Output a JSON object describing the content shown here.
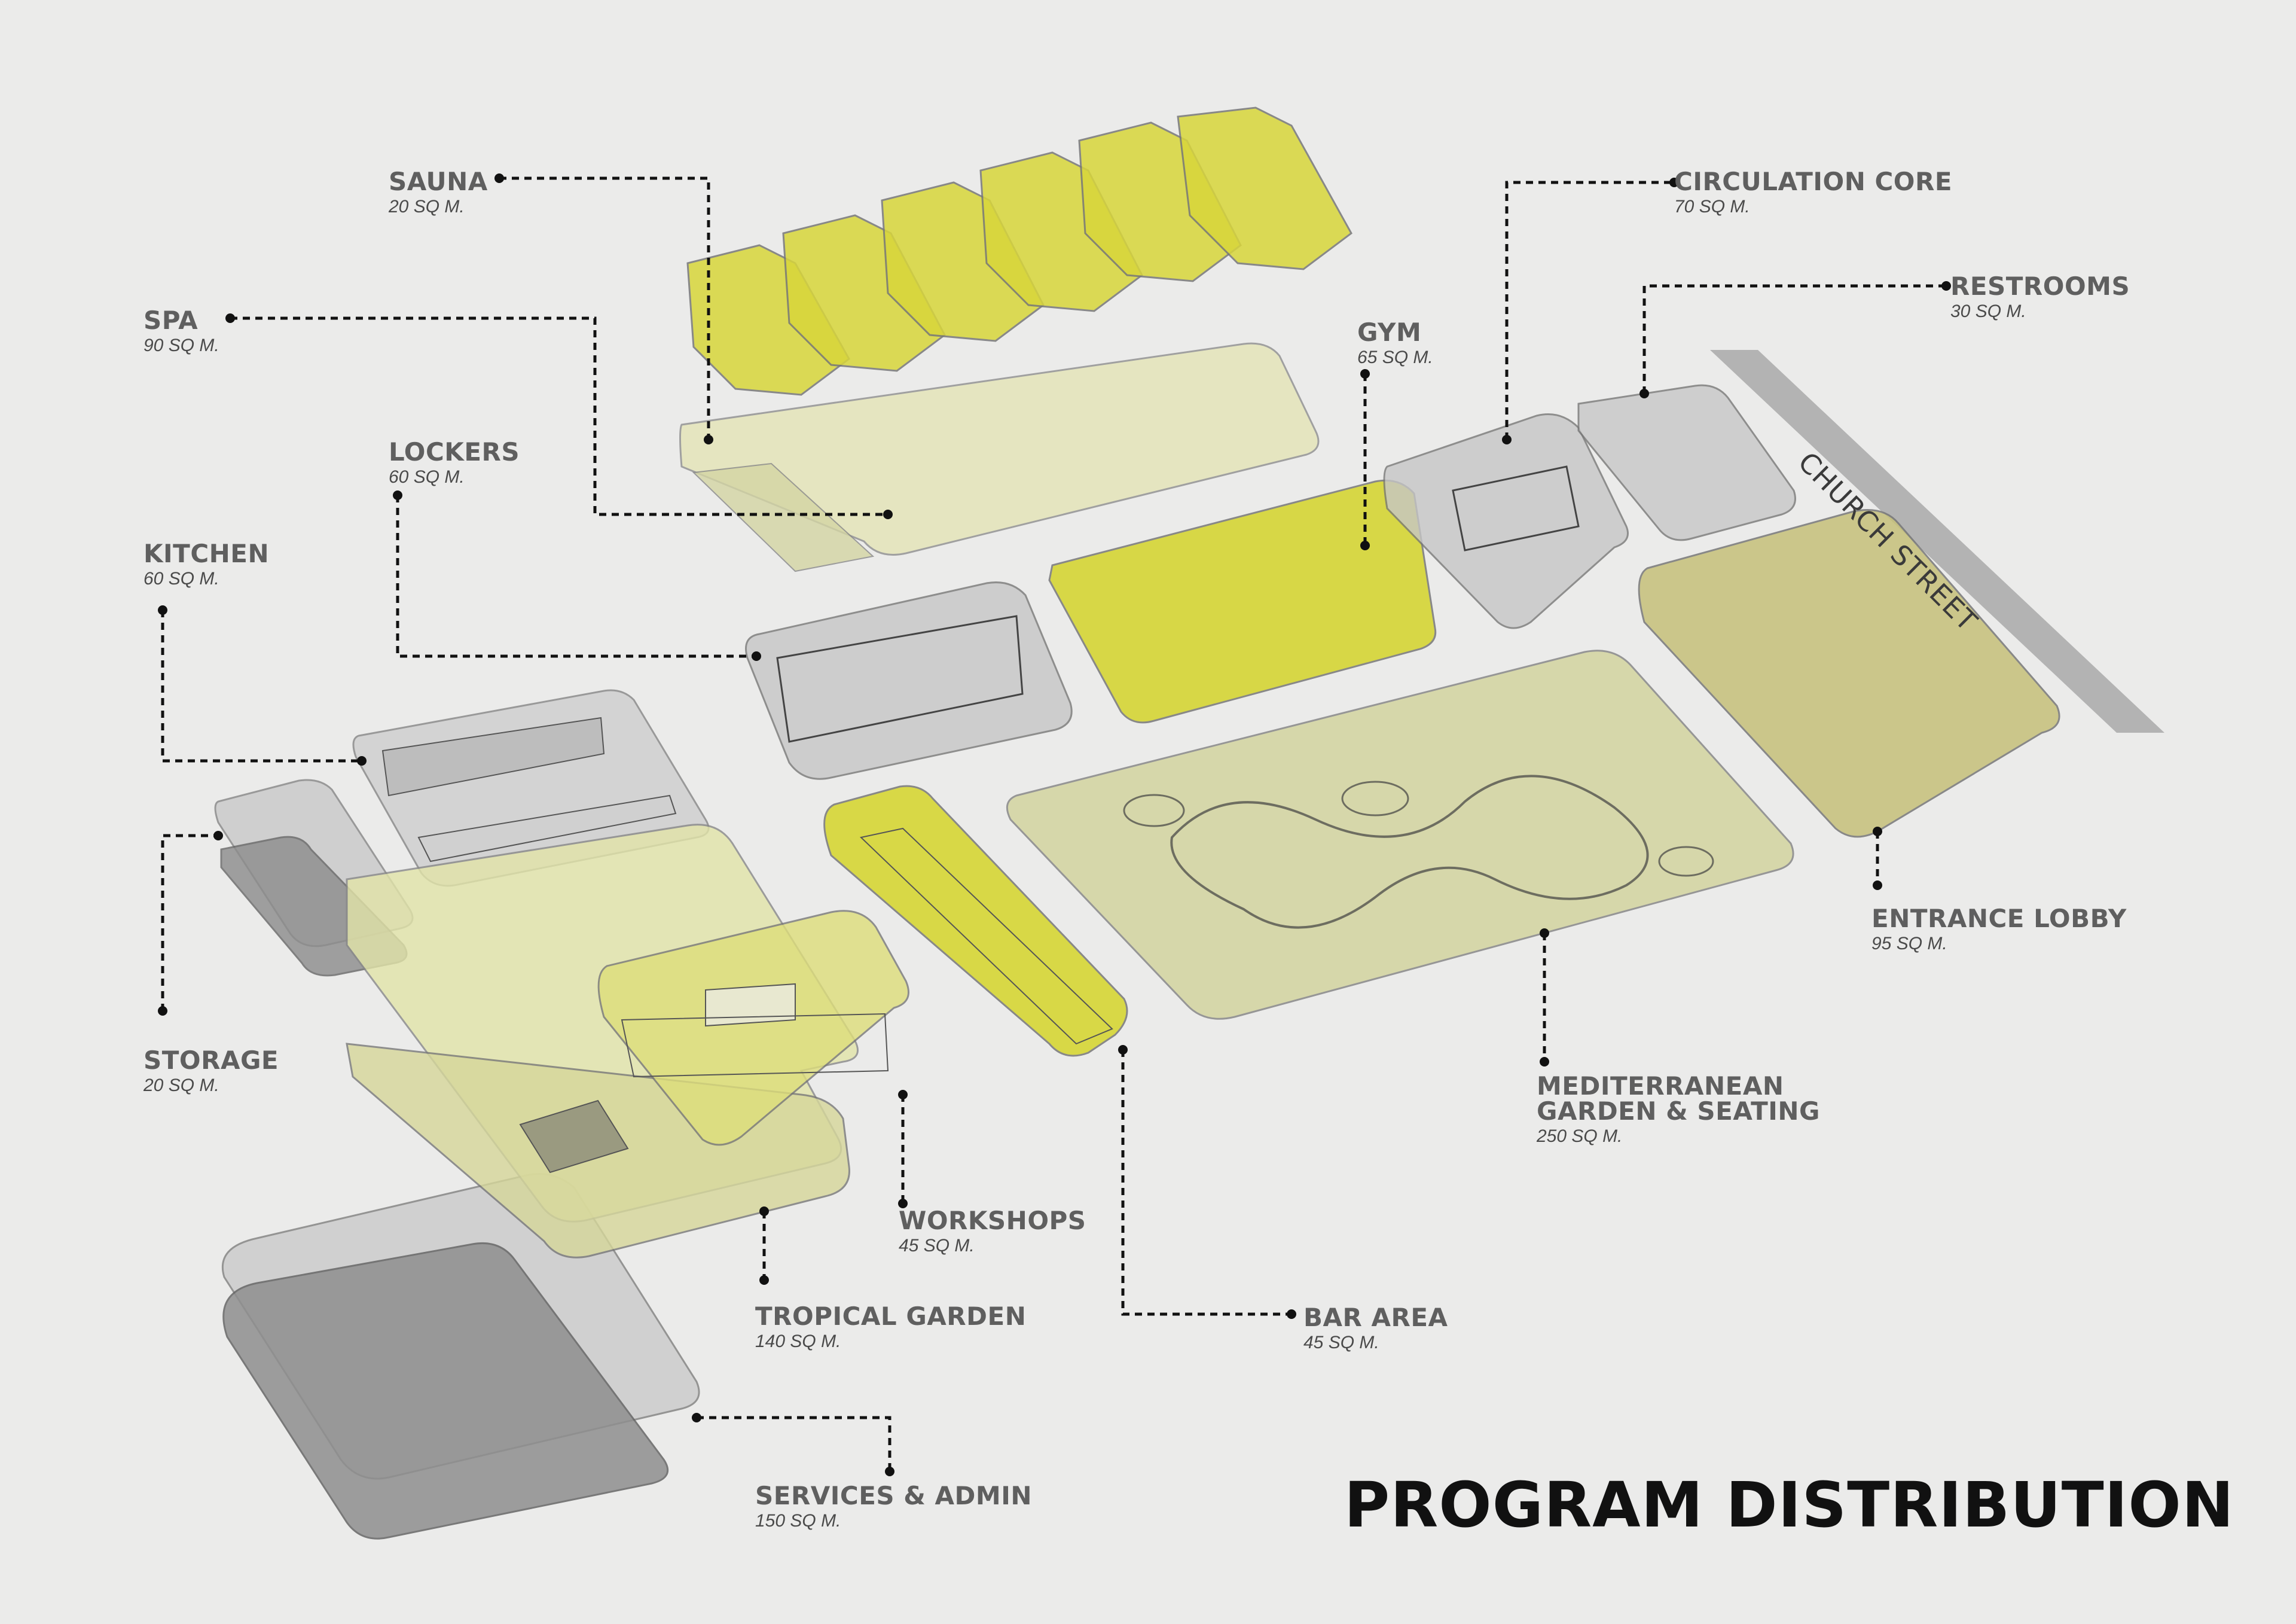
{
  "title": "PROGRAM DISTRIBUTION",
  "street_label": "CHURCH STREET",
  "colors": {
    "accent_yellow": "#d8d82e",
    "pale_yellow": "#e5e6b0",
    "gray_volume": "#b9b9b9",
    "olive": "#c5c07a",
    "leader": "#111111",
    "label": "#5f5f5f"
  },
  "labels": {
    "sauna": {
      "name": "SAUNA",
      "area": "20 SQ M."
    },
    "spa": {
      "name": "SPA",
      "area": "90  SQ M."
    },
    "lockers": {
      "name": "LOCKERS",
      "area": "60 SQ M."
    },
    "kitchen": {
      "name": "KITCHEN",
      "area": "60 SQ M."
    },
    "storage": {
      "name": "STORAGE",
      "area": "20 SQ M."
    },
    "workshops": {
      "name": "WORKSHOPS",
      "area": "45 SQ M."
    },
    "tropical_garden": {
      "name": "TROPICAL GARDEN",
      "area": "140 SQ M."
    },
    "bar_area": {
      "name": "BAR AREA",
      "area": "45 SQ M."
    },
    "services_admin": {
      "name": "SERVICES & ADMIN",
      "area": "150 SQ M."
    },
    "gym": {
      "name": "GYM",
      "area": "65 SQ M."
    },
    "circulation_core": {
      "name": "CIRCULATION CORE",
      "area": "70 SQ M."
    },
    "restrooms": {
      "name": "RESTROOMS",
      "area": "30 SQ M."
    },
    "entrance_lobby": {
      "name": "ENTRANCE LOBBY",
      "area": "95 SQ M."
    },
    "mediterranean": {
      "name": "MEDITERRANEAN",
      "name2": "GARDEN & SEATING",
      "area": "250 SQ M."
    }
  }
}
